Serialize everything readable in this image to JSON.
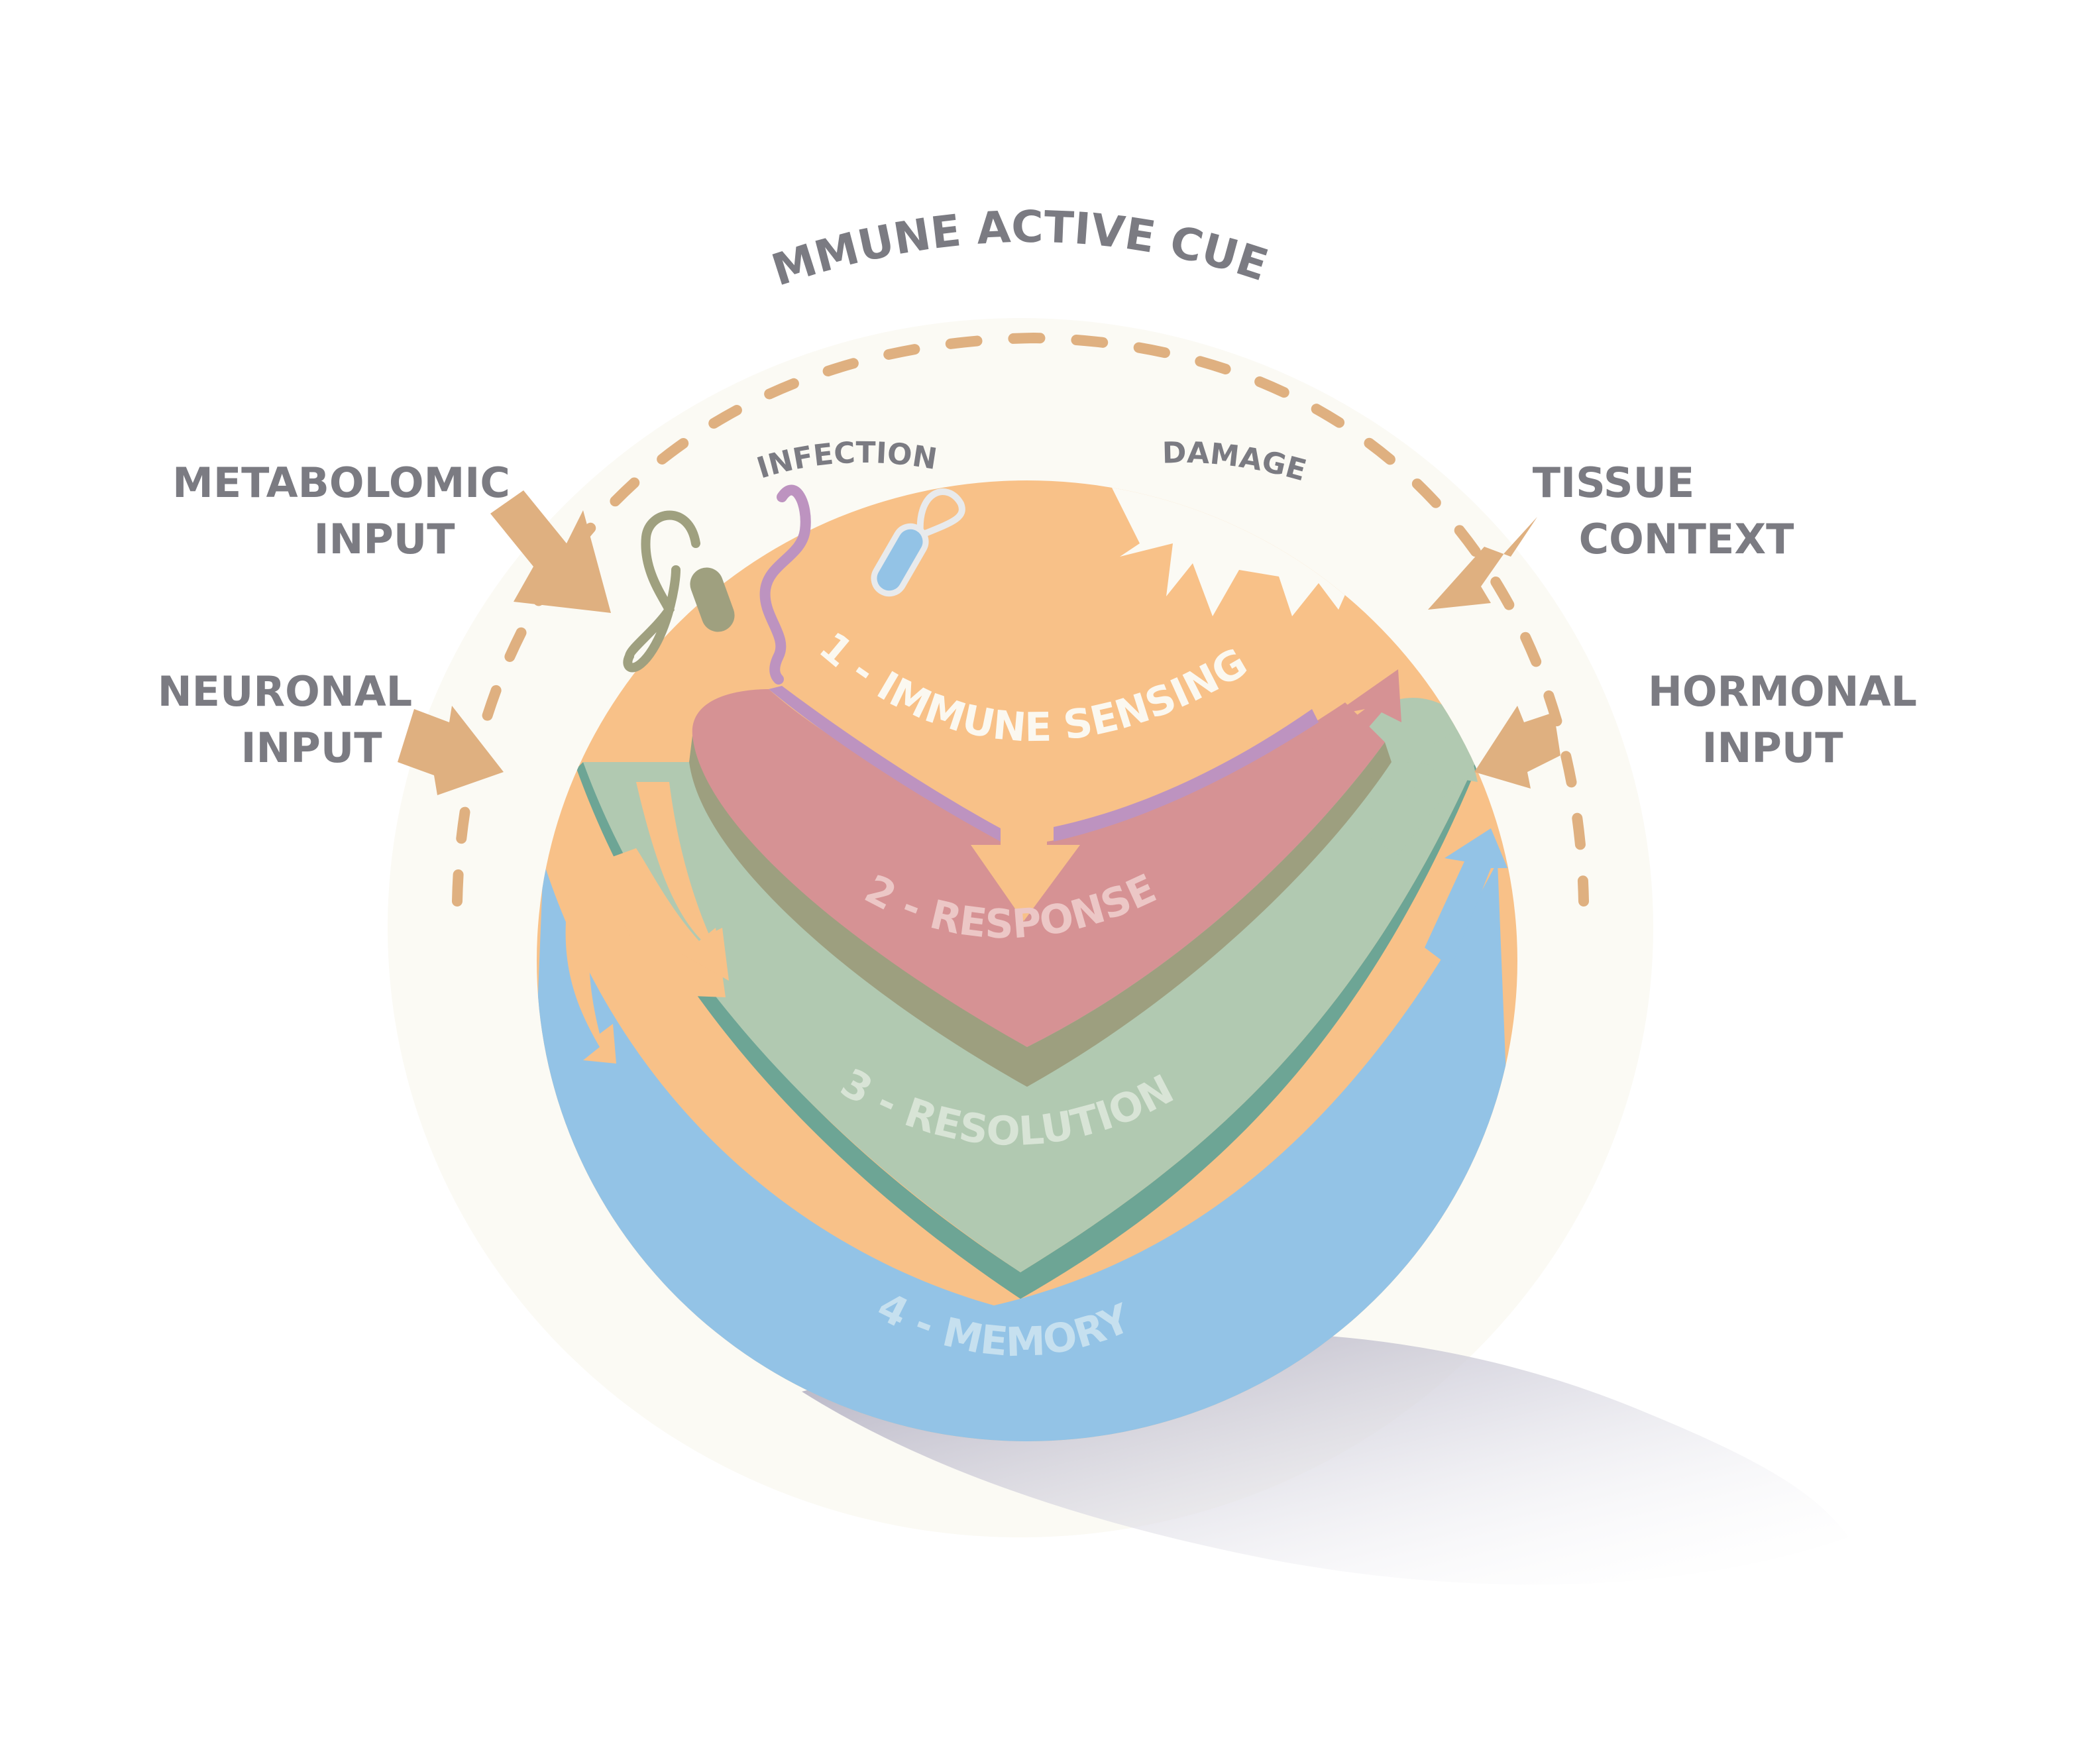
{
  "title": "IMMUNE ACTIVE CUES",
  "cues": {
    "infection": "INFECTION",
    "damage": "DAMAGE"
  },
  "inputs": {
    "metabolomic": {
      "line1": "METABOLOMIC",
      "line2": "INPUT"
    },
    "neuronal": {
      "line1": "NEURONAL",
      "line2": "INPUT"
    },
    "tissue": {
      "line1": "TISSUE",
      "line2": "CONTEXT"
    },
    "hormonal": {
      "line1": "HORMONAL",
      "line2": "INPUT"
    }
  },
  "stages": [
    {
      "label": "1 - IMMUNE SENSING",
      "color": "#f8c188",
      "text_color": "#fbf8f0"
    },
    {
      "label": "2 - RESPONSE",
      "color": "#d69294",
      "text_color": "#ecc7c6"
    },
    {
      "label": "3 - RESOLUTION",
      "color": "#b1c9b1",
      "text_color": "#d8e4d6"
    },
    {
      "label": "4 - MEMORY",
      "color": "#93c3e6",
      "text_color": "#c6e0ef"
    }
  ],
  "colors": {
    "halo": "#fbfaf4",
    "input_arrow": "#dfb080",
    "label_gray": "#7b7b82",
    "pathogen_purple": "#bd93c0",
    "pathogen_olive": "#9fa07f",
    "bacterium_blue": "#93c3e6",
    "bacterium_outline": "#e8eaec",
    "response_shadow": "#9d9f7f",
    "resolution_shadow": "#6da595"
  }
}
